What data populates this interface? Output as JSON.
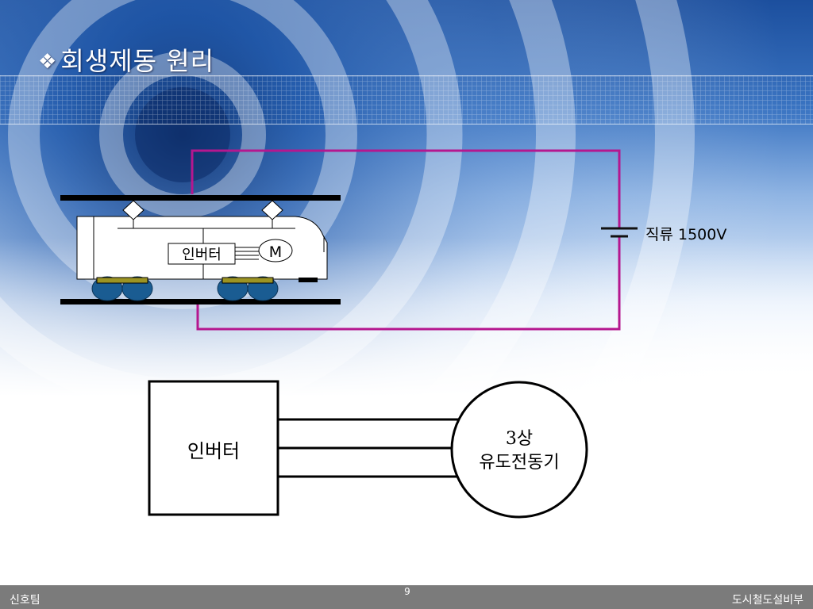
{
  "title": {
    "bullet": "❖",
    "text": "회생제동 원리"
  },
  "top_diagram": {
    "inverter_label": "인버터",
    "motor_label": "M",
    "power_label": "직류 1500V",
    "wire_color": "#b5178f"
  },
  "bottom_diagram": {
    "inverter_label": "인버터",
    "motor_line1": "3상",
    "motor_line2": "유도전동기"
  },
  "footer": {
    "left": "신호팀",
    "page": "9",
    "right": "도시철도설비부"
  },
  "colors": {
    "header_blue": "#1f4f9c",
    "wheel_blue": "#1a5c92",
    "bogie_olive": "#9c9423",
    "footer_gray": "#7b7b7b"
  }
}
